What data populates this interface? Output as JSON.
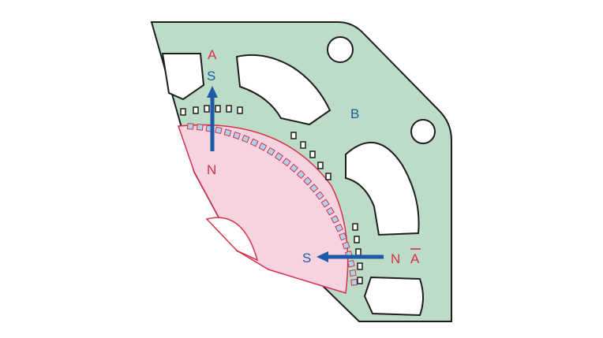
{
  "labels": {
    "pole_a_top": "A",
    "pole_a_bottom": "A",
    "pole_b": "B",
    "arrow_top_head": "S",
    "arrow_top_tail": "N",
    "arrow_bottom_head": "S",
    "arrow_bottom_tail": "N"
  },
  "colors": {
    "stator_fill": "#bcdcc8",
    "stator_stroke": "#1e1e1e",
    "rotor_fill": "#f6d3e0",
    "rotor_edge": "#d9304a",
    "rotor_teeth": "#a9d4ec",
    "arrow": "#1e5aa6",
    "label_red": "#d9304a",
    "label_blue": "#1e5aa6"
  }
}
